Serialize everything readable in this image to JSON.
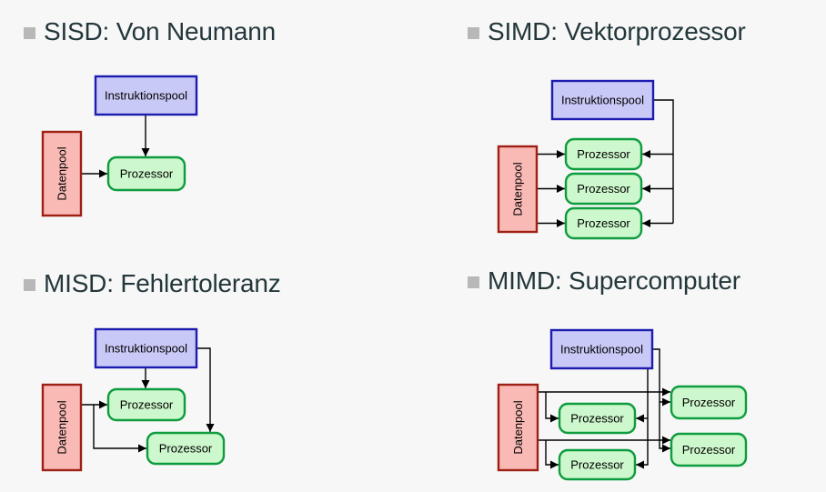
{
  "colors": {
    "background": "#f7f7f7",
    "title_text": "#23373b",
    "bullet": "#b8b8b8",
    "instruction_fill": "#c9c9f7",
    "instruction_border": "#1c1cb0",
    "data_fill": "#f9b9b5",
    "data_border": "#9e2015",
    "processor_fill": "#cdf7cc",
    "processor_border": "#0d9c3e",
    "arrow": "#000000"
  },
  "quadrants": [
    {
      "key": "sisd",
      "title": "SISD: Von Neumann",
      "instruction_pool": "Instruktionspool",
      "data_pool": "Datenpool",
      "processors": [
        "Prozessor"
      ]
    },
    {
      "key": "simd",
      "title": "SIMD: Vektorprozessor",
      "instruction_pool": "Instruktionspool",
      "data_pool": "Datenpool",
      "processors": [
        "Prozessor",
        "Prozessor",
        "Prozessor"
      ]
    },
    {
      "key": "misd",
      "title": "MISD: Fehlertoleranz",
      "instruction_pool": "Instruktionspool",
      "data_pool": "Datenpool",
      "processors": [
        "Prozessor",
        "Prozessor"
      ]
    },
    {
      "key": "mimd",
      "title": "MIMD: Supercomputer",
      "instruction_pool": "Instruktionspool",
      "data_pool": "Datenpool",
      "processors": [
        "Prozessor",
        "Prozessor",
        "Prozessor",
        "Prozessor"
      ]
    }
  ]
}
